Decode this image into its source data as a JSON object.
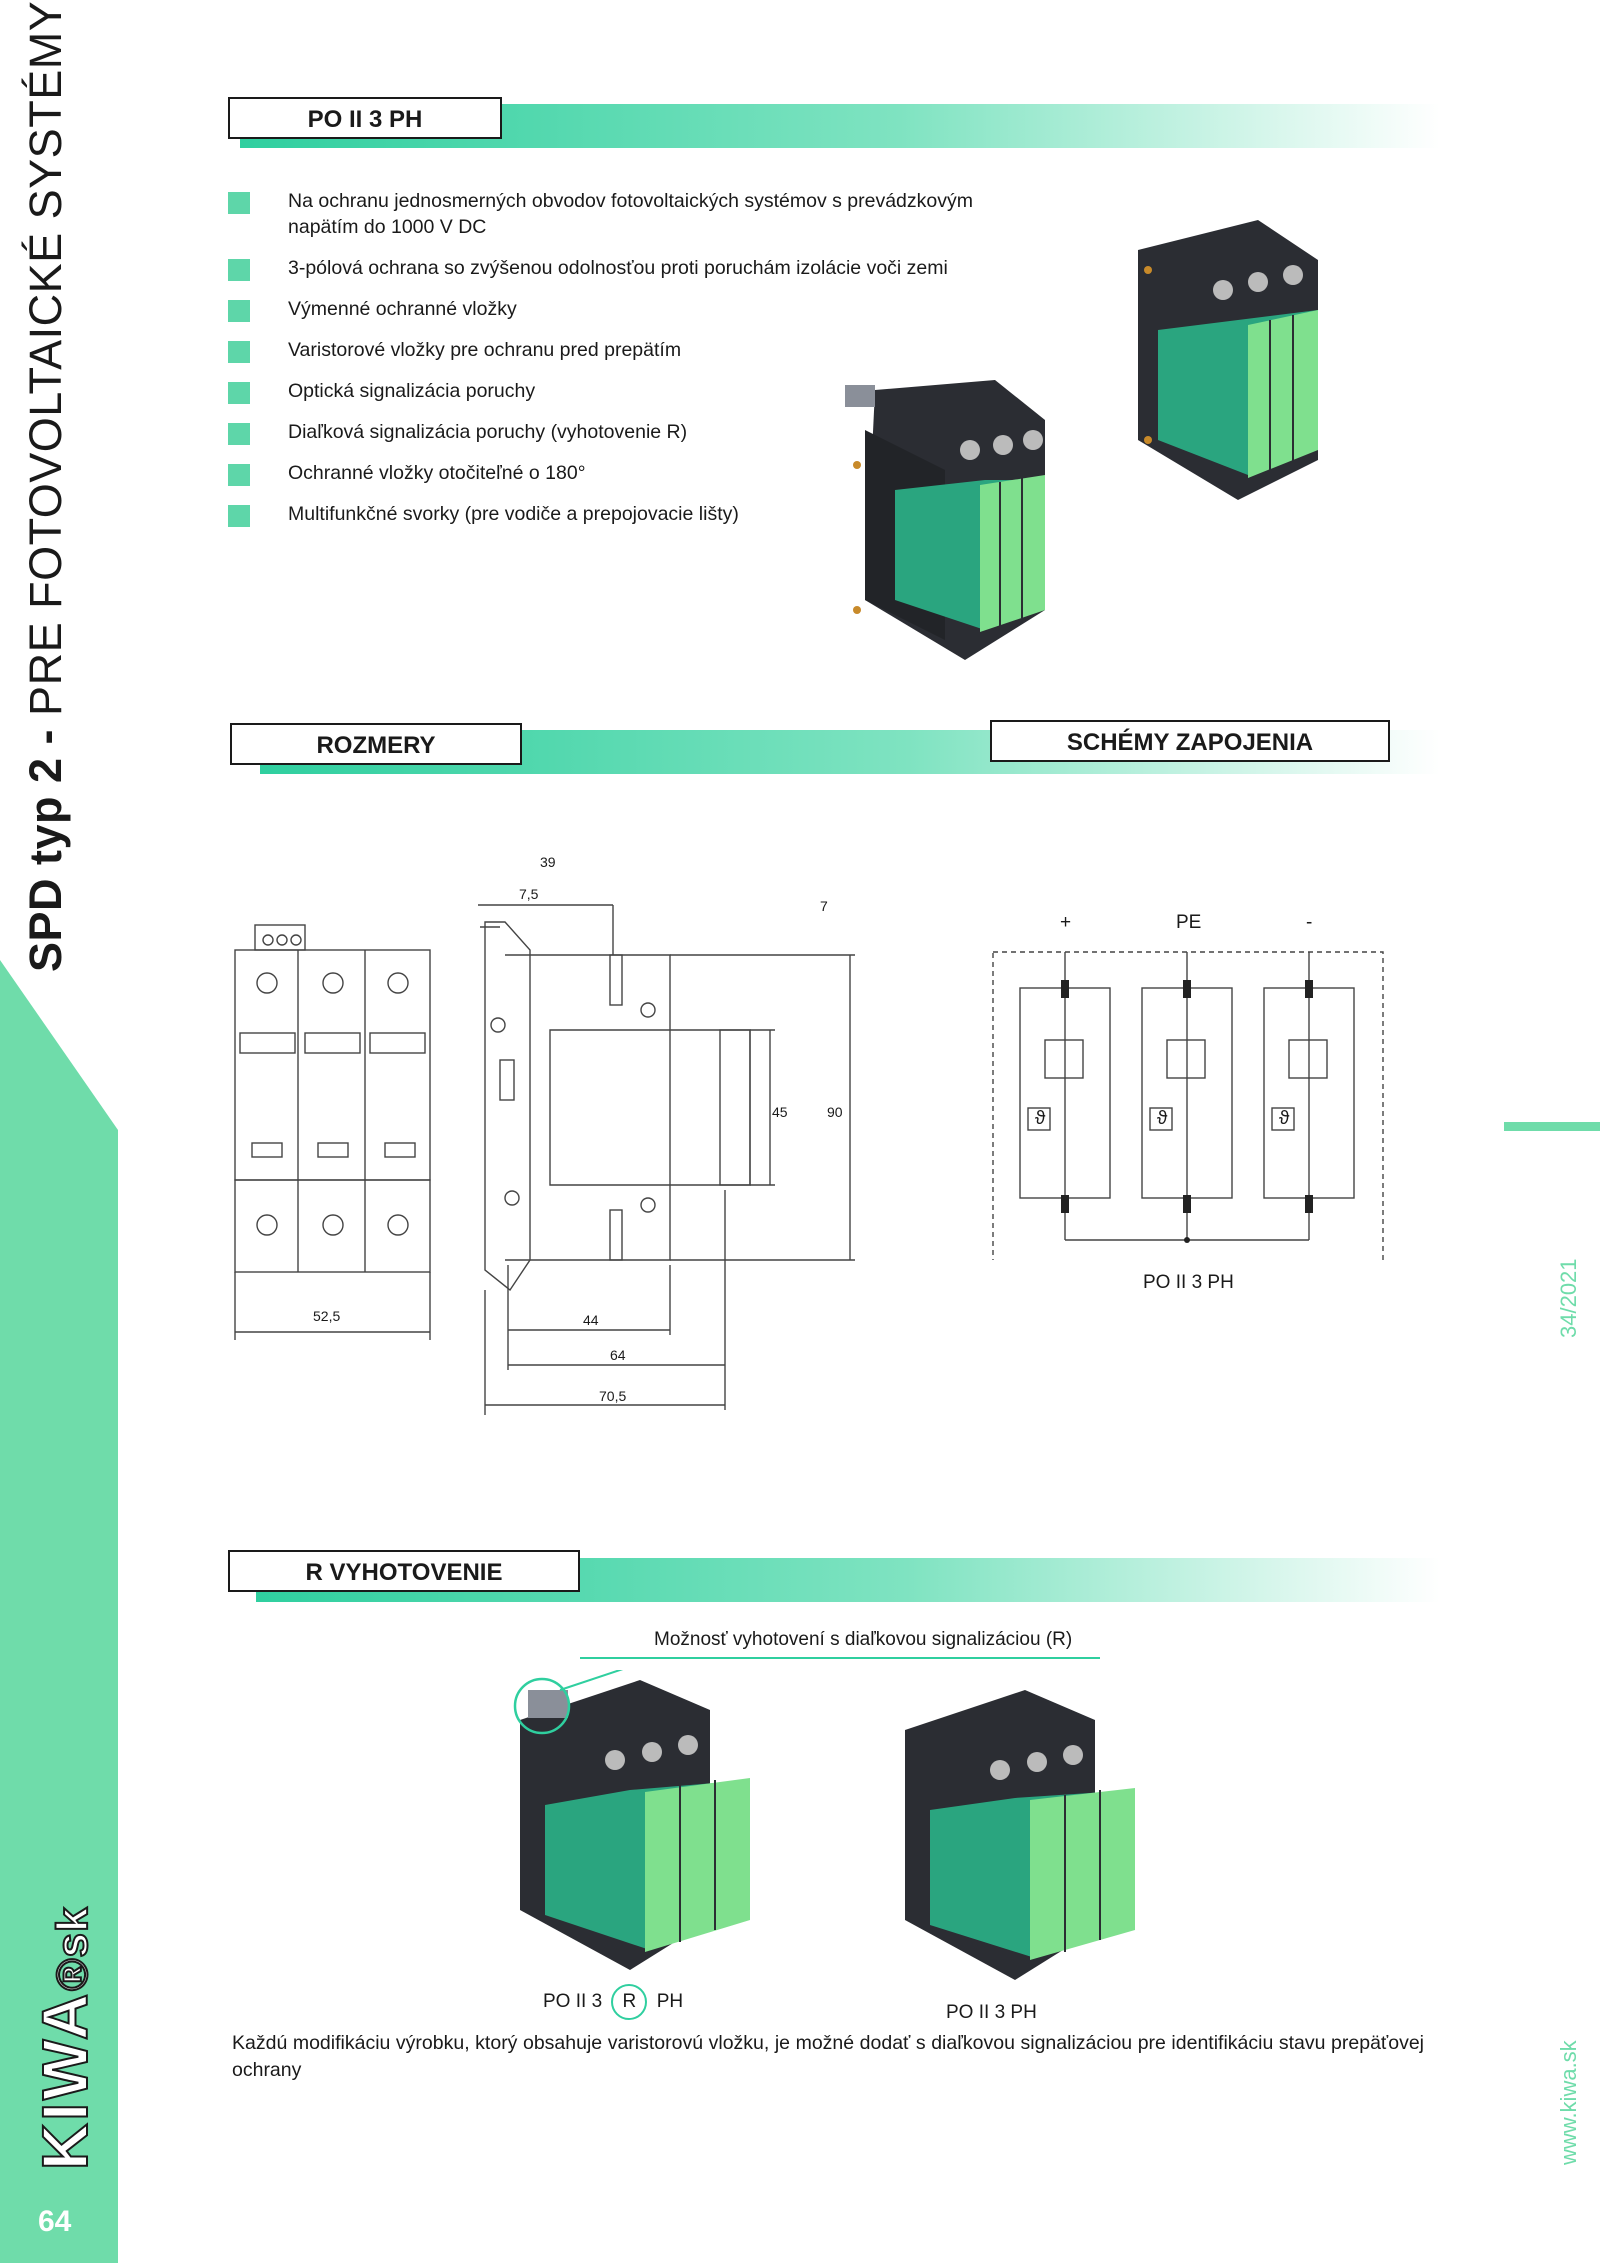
{
  "page": {
    "vertical_title_bold": "SPD typ 2 -",
    "vertical_title_light": "PRE  FOTOVOLTAICKÉ  SYSTÉMY",
    "page_number": "64",
    "logo_main": "KIWA",
    "logo_suffix": "sk",
    "logo_mark": "®",
    "issue": "34/2021",
    "website": "www.kiwa.sk"
  },
  "colors": {
    "accent": "#6fdcaa",
    "band": "#2fcf9f",
    "device_green": "#2aa57f"
  },
  "section_product": {
    "title": "PO II 3 PH",
    "bullets": [
      "Na ochranu jednosmerných obvodov fotovoltaických systémov s  prevádzkovým napätím do 1000 V DC",
      "3-pólová ochrana so zvýšenou odolnosťou proti poruchám izolácie voči zemi",
      "Výmenné ochranné vložky",
      "Varistorové vložky pre ochranu pred prepätím",
      "Optická signalizácia poruchy",
      "Diaľková signalizácia poruchy (vyhotovenie R)",
      "Ochranné vložky otočiteľné o 180°",
      "Multifunkčné svorky (pre vodiče a prepojovacie lišty)"
    ]
  },
  "section_dimensions": {
    "title": "ROZMERY",
    "dims": {
      "d39": "39",
      "d7_5": "7,5",
      "d7": "7",
      "d45": "45",
      "d90": "90",
      "d52_5": "52,5",
      "d44": "44",
      "d64": "64",
      "d70_5": "70,5"
    }
  },
  "section_schematic": {
    "title": "SCHÉMY ZAPOJENIA",
    "terminals": [
      "+",
      "PE",
      "-"
    ],
    "theta": "ϑ",
    "caption": "PO II 3 PH"
  },
  "section_r": {
    "title": "R VYHOTOVENIE",
    "callout": "Možnosť vyhotovení s diaľkovou signalizáciou (R)",
    "caption_left_a": "PO II 3",
    "caption_left_r": "R",
    "caption_left_b": "PH",
    "caption_right": "PO II 3 PH",
    "note": "Každú modifikáciu výrobku, ktorý obsahuje varistorovú vložku, je možné dodať s diaľkovou signalizáciou pre identifikáciu stavu prepäťovej ochrany"
  }
}
